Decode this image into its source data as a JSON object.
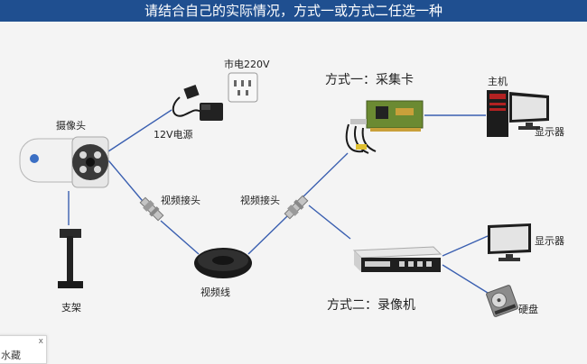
{
  "header": {
    "title": "请结合自己的实际情况，方式一或方式二任选一种"
  },
  "labels": {
    "camera": "摄像头",
    "bracket": "支架",
    "power_adapter": "12V电源",
    "mains": "市电220V",
    "video_connector_left": "视频接头",
    "video_connector_right": "视频接头",
    "video_cable": "视频线",
    "option_one": "方式一：采集卡",
    "host": "主机",
    "monitor_top": "显示器",
    "option_two": "方式二：录像机",
    "monitor_bottom": "显示器",
    "hard_disk": "硬盘"
  },
  "corner_tab": {
    "close_glyph": "x",
    "text": "水藏"
  },
  "colors": {
    "title_bar": "#1f4f90",
    "connection_line": "#3a5fb0",
    "background": "#f4f4f4"
  },
  "icons": [
    "camera-icon",
    "bracket-icon",
    "power-adapter-icon",
    "wall-socket-icon",
    "bnc-connector-icon",
    "video-cable-coil-icon",
    "capture-card-icon",
    "pc-tower-icon",
    "monitor-icon",
    "dvr-recorder-icon",
    "hard-disk-icon"
  ]
}
